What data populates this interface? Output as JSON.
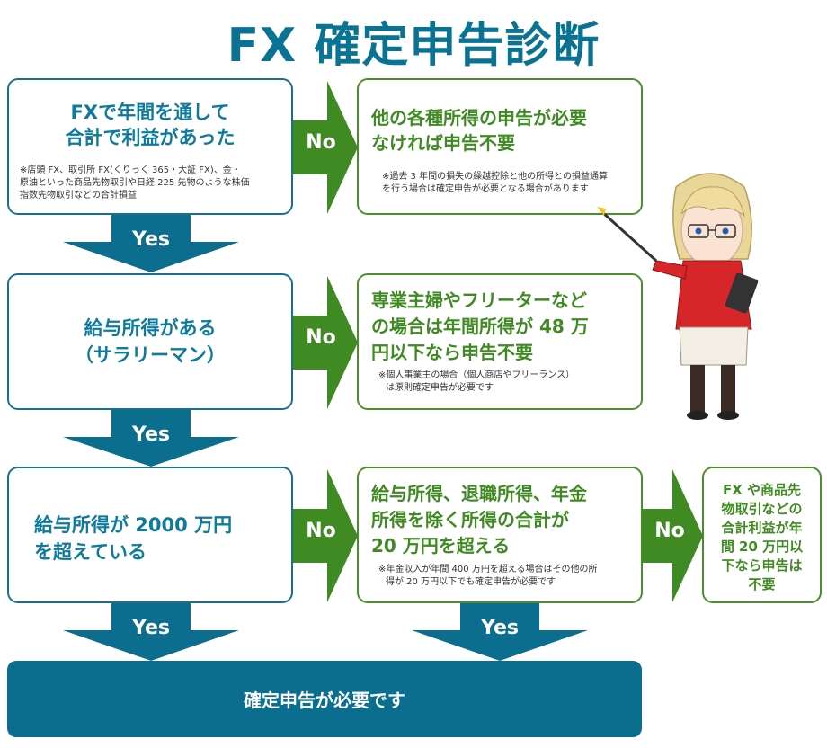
{
  "title": "FX 確定申告診断",
  "steps": [
    {
      "question": [
        "FXで年間を通して",
        "合計で利益があった"
      ],
      "note": [
        "※店頭 FX、取引所 FX(くりっく 365・大証 FX)、金・",
        "原油といった商品先物取引や日経 225 先物のような株価",
        "指数先物取引などの合計損益"
      ],
      "no_text": [
        "他の各種所得の申告が必要",
        "なければ申告不要"
      ],
      "no_note": [
        "※過去 3 年間の損失の繰越控除と他の所得との損益通算",
        "を行う場合は確定申告が必要となる場合があります"
      ]
    },
    {
      "question": [
        "給与所得がある",
        "（サラリーマン）"
      ],
      "note": [],
      "no_text": [
        "専業主婦やフリーターなど",
        "の場合は年間所得が 48 万",
        "円以下なら申告不要"
      ],
      "no_note": [
        "※個人事業主の場合（個人商店やフリーランス）",
        "は原則確定申告が必要です"
      ]
    },
    {
      "question": [
        "給与所得が 2000 万円",
        "を超えている"
      ],
      "note": [],
      "no_text": [
        "給与所得、退職所得、年金",
        "所得を除く所得の合計が",
        "20 万円を超える"
      ],
      "no_note": [
        "※年金収入が年間 400 万円を超える場合はその他の所",
        "得が 20 万円以下でも確定申告が必要です"
      ]
    }
  ],
  "final_no_text": [
    "FX や商品先",
    "物取引などの",
    "合計利益が年",
    "間 20 万円以",
    "下なら申告は",
    "不要"
  ],
  "labels": {
    "yes": "Yes",
    "no": "No"
  },
  "result": "確定申告が必要です",
  "colors": {
    "blue": "#0c6e8f",
    "green": "#3f8a22",
    "title": "#0a7393"
  },
  "character": {
    "icon": "teacher-character-illustration"
  }
}
